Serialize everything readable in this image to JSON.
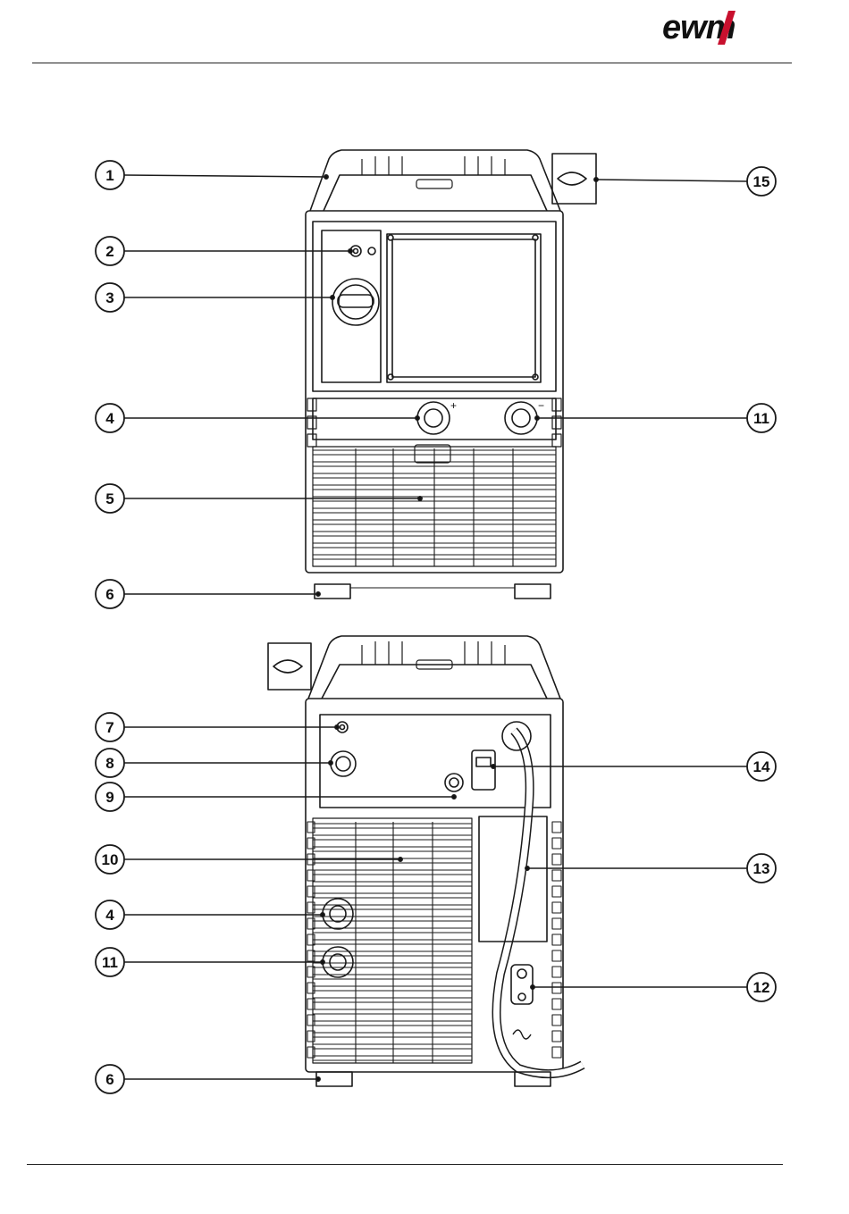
{
  "header": {
    "logo_text": "ewm",
    "logo_color": "#111111",
    "logo_accent_color": "#c8102e"
  },
  "diagram": {
    "views": [
      "front-view",
      "rear-view"
    ],
    "callouts": [
      {
        "id": "c1",
        "label": "1"
      },
      {
        "id": "c2",
        "label": "2"
      },
      {
        "id": "c3",
        "label": "3"
      },
      {
        "id": "c4",
        "label": "4"
      },
      {
        "id": "c5",
        "label": "5"
      },
      {
        "id": "c6",
        "label": "6"
      },
      {
        "id": "c11",
        "label": "11"
      },
      {
        "id": "c15",
        "label": "15"
      },
      {
        "id": "c7",
        "label": "7"
      },
      {
        "id": "c8",
        "label": "8"
      },
      {
        "id": "c9",
        "label": "9"
      },
      {
        "id": "c10",
        "label": "10"
      },
      {
        "id": "c4b",
        "label": "4"
      },
      {
        "id": "c11b",
        "label": "11"
      },
      {
        "id": "c6b",
        "label": "6"
      },
      {
        "id": "c14",
        "label": "14"
      },
      {
        "id": "c13",
        "label": "13"
      },
      {
        "id": "c12",
        "label": "12"
      }
    ],
    "symbols": {
      "plus": "+",
      "minus": "−"
    }
  }
}
